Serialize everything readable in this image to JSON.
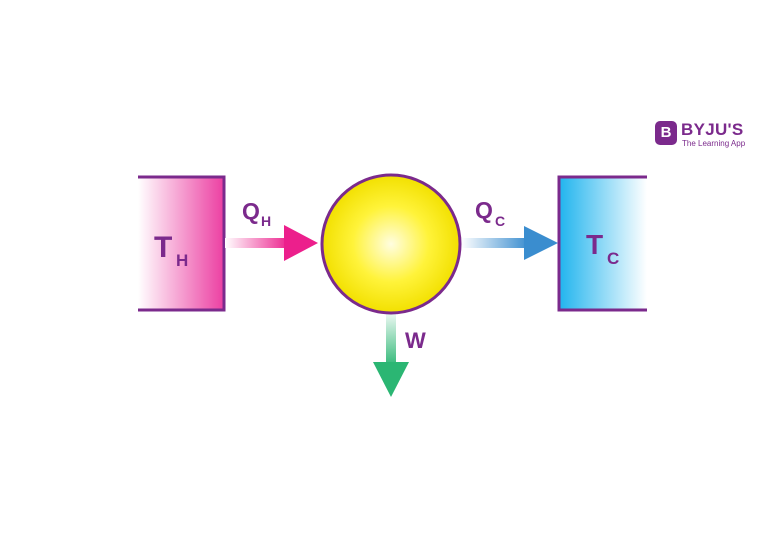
{
  "diagram": {
    "hot_reservoir": {
      "symbol": "T",
      "subscript": "H"
    },
    "cold_reservoir": {
      "symbol": "T",
      "subscript": "C"
    },
    "heat_in": {
      "symbol": "Q",
      "subscript": "H"
    },
    "heat_out": {
      "symbol": "Q",
      "subscript": "C"
    },
    "work": {
      "symbol": "W"
    }
  },
  "logo": {
    "name": "BYJU'S",
    "badge_letter": "B",
    "tagline": "The Learning App"
  },
  "colors": {
    "outline": "#7b2a8c",
    "hot": "#ec3fa2",
    "cold": "#2ab7ee",
    "engine": "#fff200",
    "work_arrow": "#2bb673",
    "heat_out_arrow": "#3a8dcf"
  }
}
